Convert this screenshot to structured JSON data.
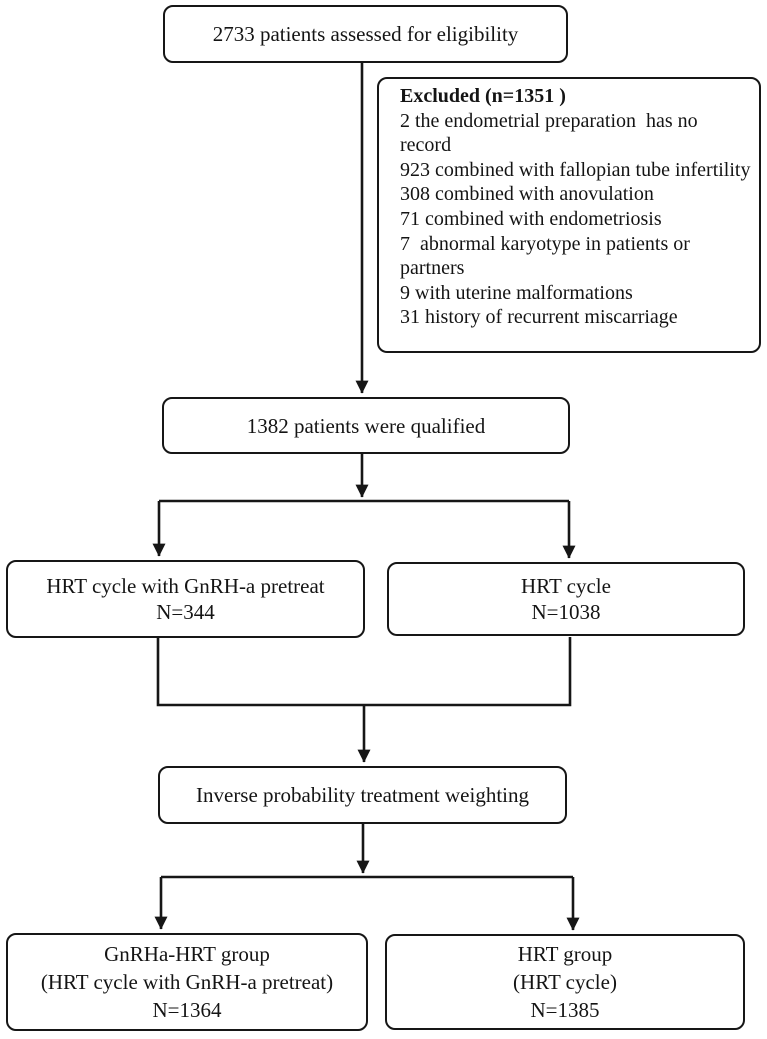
{
  "figure": {
    "background_color": "#ffffff",
    "line_color": "#161616",
    "nodes": {
      "eligibility": {
        "text": "2733 patients assessed for eligibility"
      },
      "excluded": {
        "header": "Excluded (n=1351 )",
        "items": [
          "2 the endometrial preparation  has no record",
          "923 combined with fallopian tube infertility",
          "308 combined with anovulation",
          "71 combined with endometriosis",
          "7  abnormal karyotype in patients or partners",
          "9 with uterine malformations",
          "31 history of recurrent miscarriage"
        ]
      },
      "qualified": {
        "text": "1382 patients were qualified"
      },
      "hrt_gnrh_pretreat": {
        "lines": [
          "HRT cycle with GnRH-a pretreat",
          "N=344"
        ]
      },
      "hrt_cycle": {
        "lines": [
          "HRT cycle",
          "N=1038"
        ]
      },
      "iptw": {
        "text": "Inverse probability treatment weighting"
      },
      "gnrha_hrt_group": {
        "lines": [
          "GnRHa-HRT group",
          "(HRT cycle with GnRH-a pretreat)",
          "N=1364"
        ]
      },
      "hrt_group": {
        "lines": [
          "HRT group",
          "(HRT cycle)",
          "N=1385"
        ]
      }
    }
  }
}
